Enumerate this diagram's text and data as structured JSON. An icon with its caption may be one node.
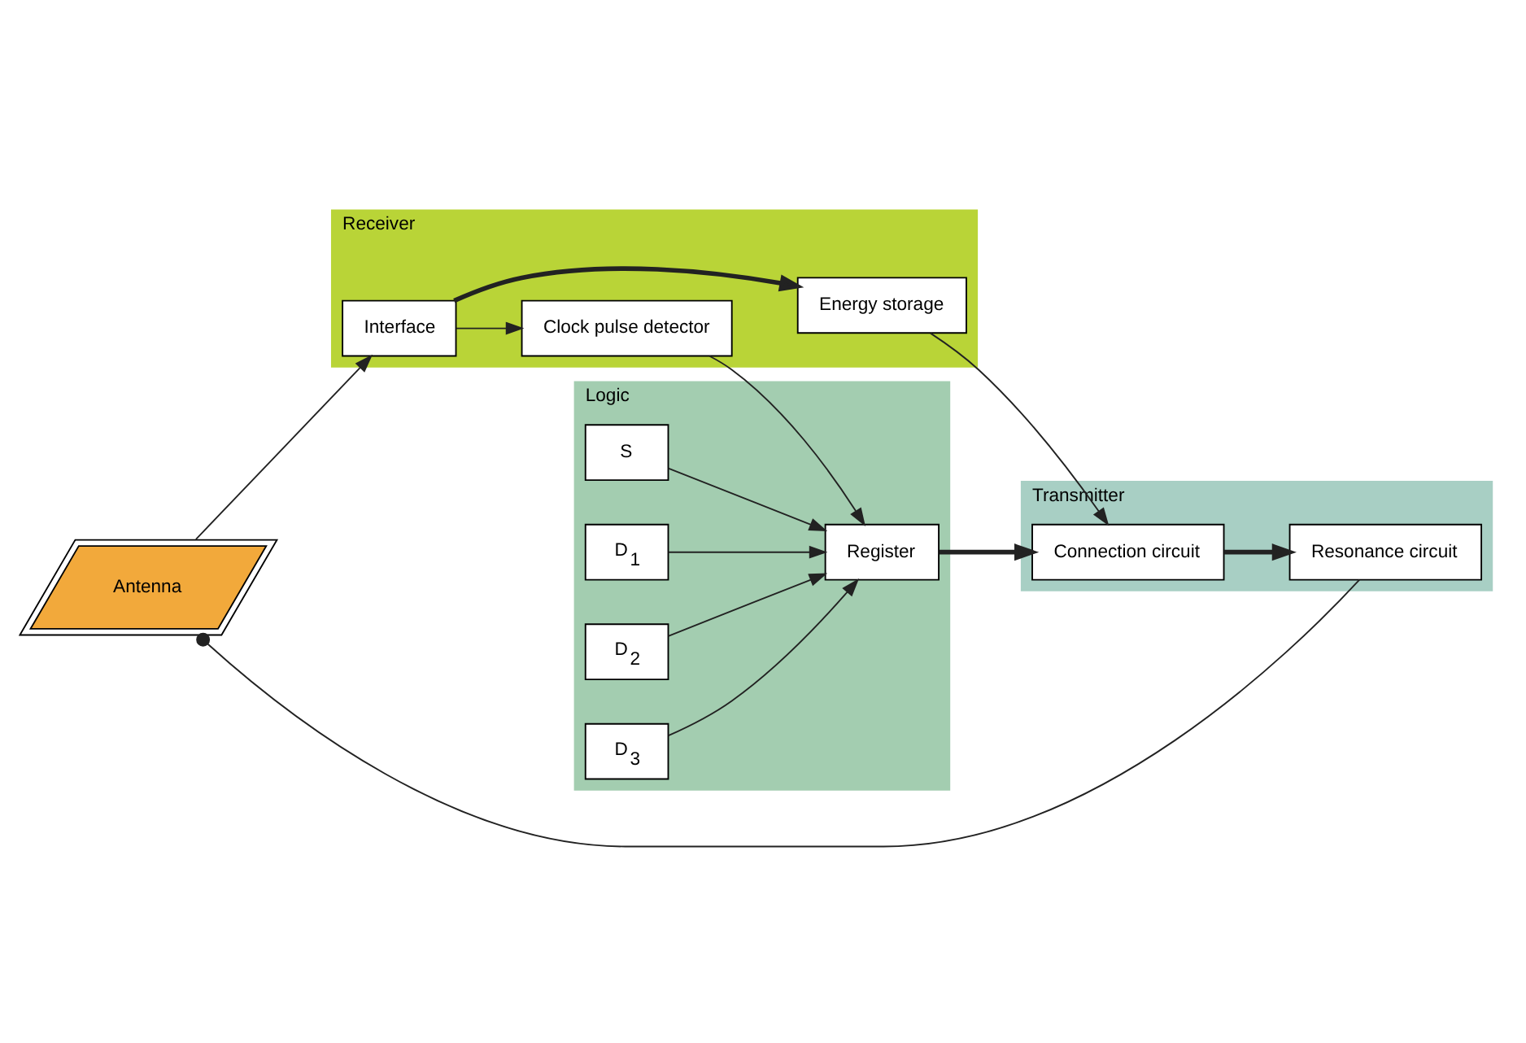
{
  "diagram": {
    "nodes": [
      {
        "text": [
          "Antenna"
        ]
      },
      {
        "text": [
          "Receiver"
        ]
      },
      {
        "text": [
          "Interface"
        ],
        "in": 1
      },
      {
        "text": [
          "Energy storage"
        ],
        "in": 1
      },
      {
        "text": [
          "Clock pulse detector"
        ],
        "in": 1
      },
      {
        "text": [
          "Transmitter"
        ]
      },
      {
        "text": [
          "Connection circuit"
        ],
        "in": 5
      },
      {
        "text": [
          "Resonance circuit"
        ],
        "in": 5
      },
      {
        "text": [
          "Logic"
        ]
      },
      {
        "text": [
          "Register"
        ],
        "in": 8
      },
      {
        "text": [
          "S"
        ],
        "in": 8
      },
      {
        "text": [
          "D$_{1}$"
        ],
        "in": 8
      },
      {
        "text": [
          "D$_{2}$"
        ],
        "in": 8
      },
      {
        "text": [
          "D$_{3}$"
        ],
        "in": 8
      }
    ],
    "edges": [
      {
        "from": 0,
        "to": 2,
        "arrow": "to"
      },
      {
        "from": 7,
        "to": 0,
        "arrow": "other"
      },
      {
        "from": 2,
        "to": 3,
        "arrow": "to",
        "style": "thick"
      },
      {
        "from": 3,
        "to": 6,
        "arrow": "to"
      },
      {
        "from": 6,
        "to": 7,
        "arrow": "to",
        "style": "thick"
      },
      {
        "from": 2,
        "to": 4,
        "arrow": "to"
      },
      {
        "from": 4,
        "to": 9,
        "arrow": "to"
      },
      {
        "from": 9,
        "to": 6,
        "arrow": "to",
        "style": "thick"
      },
      {
        "from": 10,
        "to": 9,
        "arrow": "to"
      },
      {
        "from": 11,
        "to": 9,
        "arrow": "to"
      },
      {
        "from": 12,
        "to": 9,
        "arrow": "to"
      },
      {
        "from": 13,
        "to": 9,
        "arrow": "to"
      }
    ]
  }
}
